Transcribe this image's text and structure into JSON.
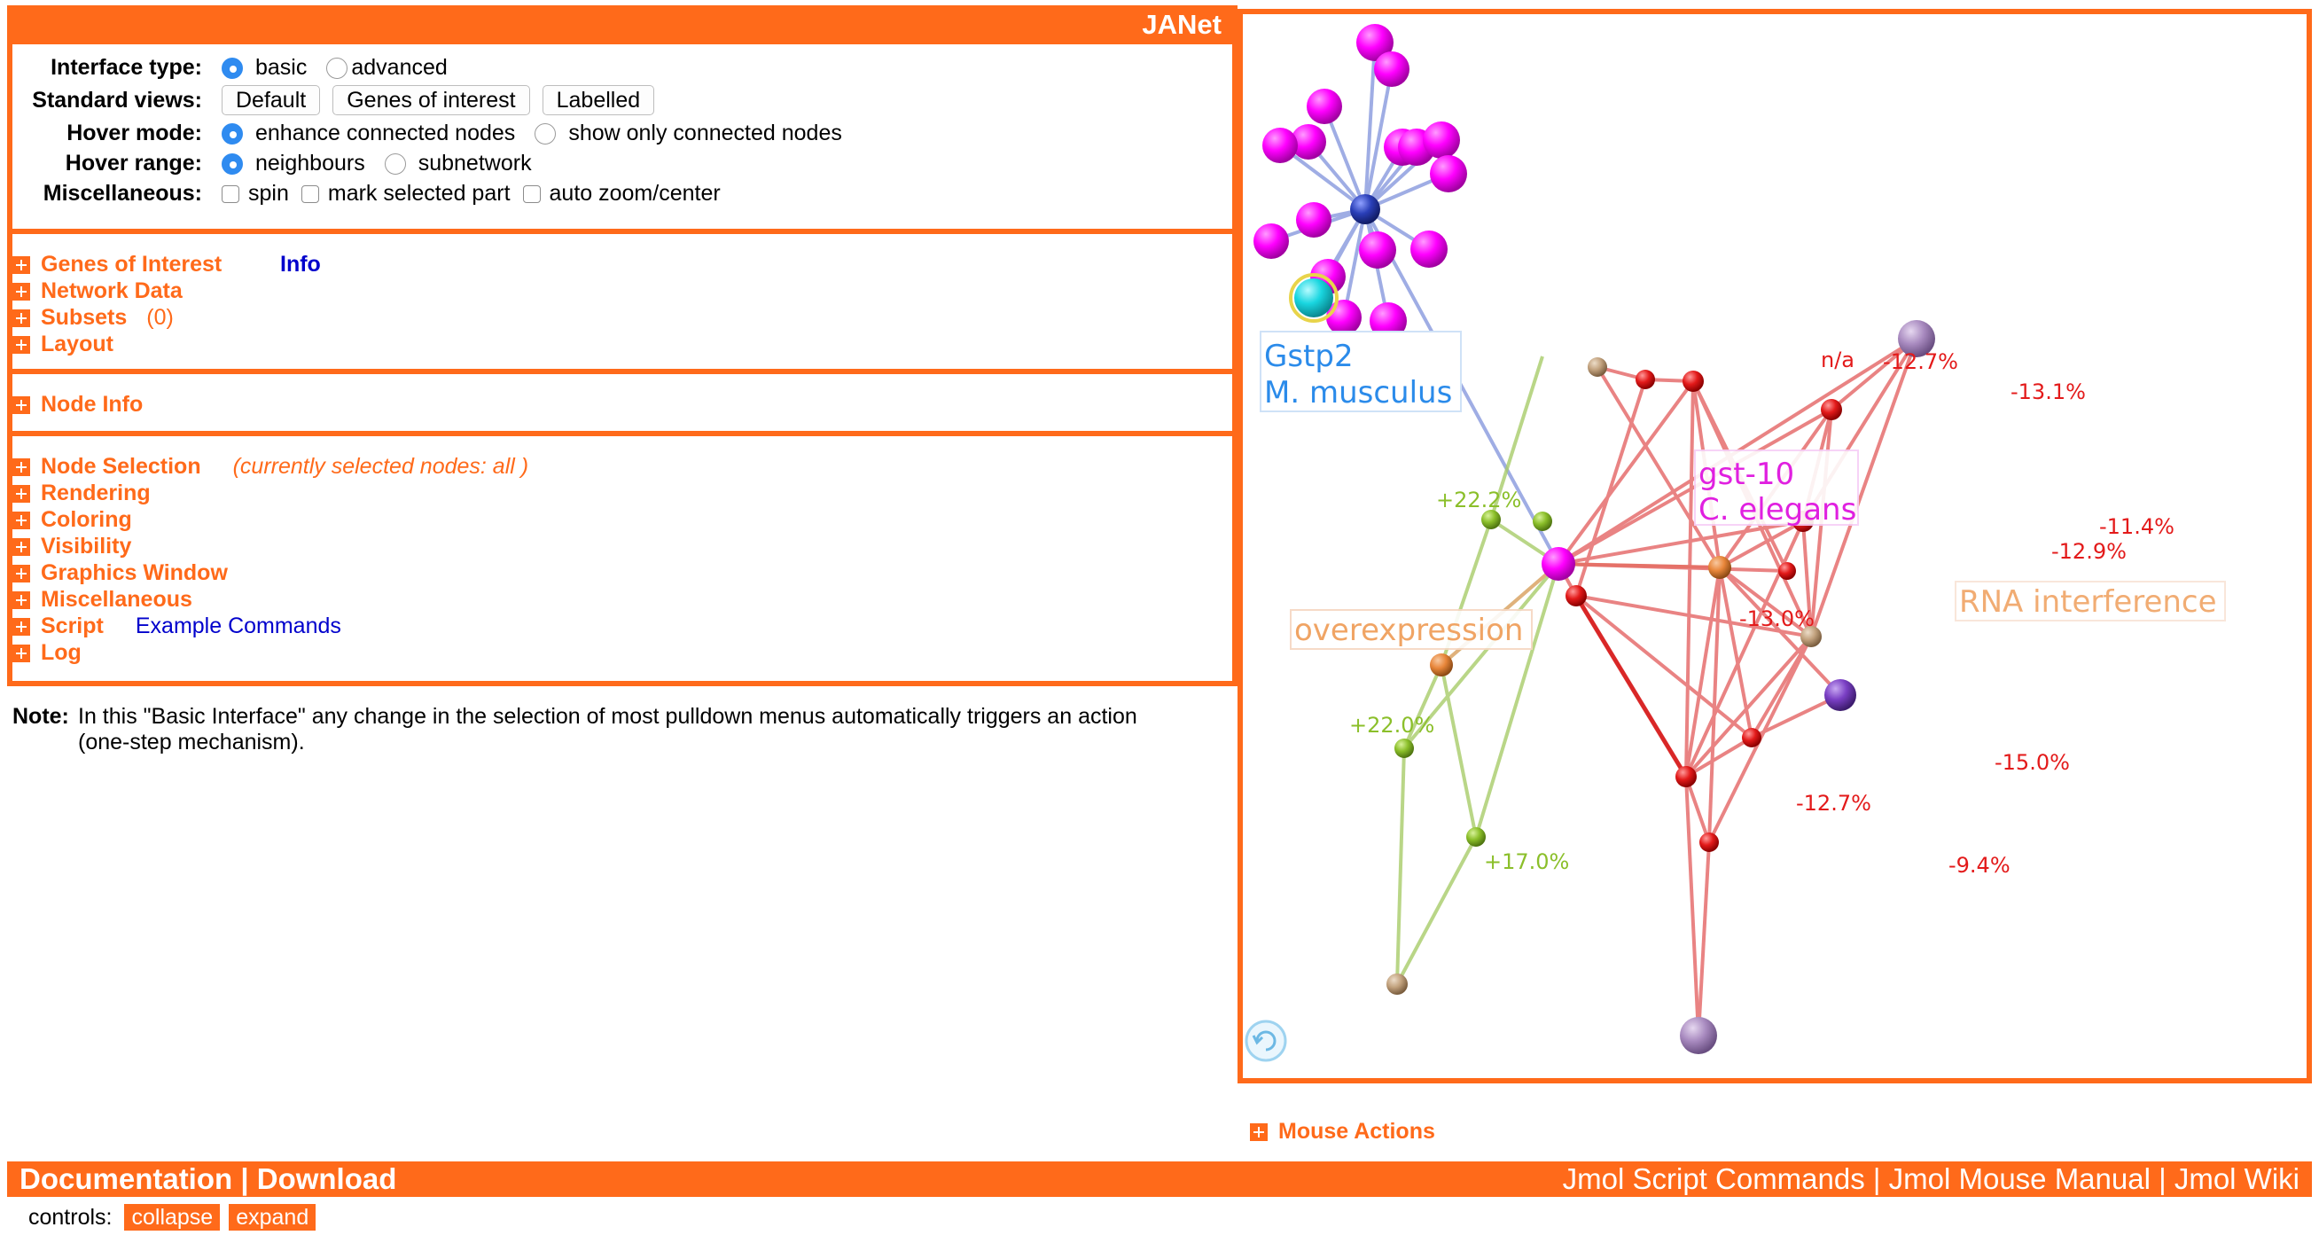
{
  "app": {
    "title": "JANet"
  },
  "interface": {
    "interface_type_label": "Interface type:",
    "interface_type_options": [
      "basic",
      "advanced"
    ],
    "standard_views_label": "Standard views:",
    "standard_views_buttons": [
      "Default",
      "Genes of interest",
      "Labelled"
    ],
    "hover_mode_label": "Hover mode:",
    "hover_mode_options": [
      "enhance connected nodes",
      "show only connected nodes"
    ],
    "hover_range_label": "Hover range:",
    "hover_range_options": [
      "neighbours",
      "subnetwork"
    ],
    "misc_label": "Miscellaneous:",
    "misc_options": [
      "spin",
      "mark selected part",
      "auto zoom/center"
    ]
  },
  "sections": {
    "genes_of_interest": "Genes of Interest",
    "info_link": "Info",
    "network_data": "Network Data",
    "subsets": "Subsets",
    "subsets_count": "(0)",
    "layout": "Layout",
    "node_info": "Node Info",
    "node_selection": "Node Selection",
    "node_selection_note": "(currently selected nodes: all )",
    "rendering": "Rendering",
    "coloring": "Coloring",
    "visibility": "Visibility",
    "graphics_window": "Graphics Window",
    "miscellaneous": "Miscellaneous",
    "script": "Script",
    "example_commands": "Example Commands",
    "log": "Log"
  },
  "note": {
    "label": "Note:",
    "text": "In this \"Basic Interface\" any change in the selection of most pulldown menus automatically triggers an action",
    "text2": "(one-step mechanism)."
  },
  "graph": {
    "label_gstp2": "Gstp2",
    "label_mmusculus": "M. musculus",
    "label_gst10": "gst-10",
    "label_celegans": "C. elegans",
    "label_overexpression": "overexpression",
    "label_rnai": "RNA interference",
    "pct_labels": [
      "n/a",
      "-12.7%",
      "-13.1%",
      "+22.2%",
      "-11.4%",
      "-12.9%",
      "-13.0%",
      "+22.0%",
      "-15.0%",
      "-12.7%",
      "+17.0%",
      "-9.4%"
    ],
    "colors": {
      "magenta": "#ff00ff",
      "cyan": "#19d6e0",
      "blue_hub": "#2a3fb8",
      "red": "#e31a1a",
      "green": "#8bbf2a",
      "tan": "#c2a27e",
      "lilac": "#a98bc0",
      "purple": "#7a3fc4",
      "orange": "#e8863a"
    }
  },
  "bottom": {
    "mouse_actions": "Mouse Actions",
    "footer_left": "Documentation | Download",
    "footer_right": "Jmol Script Commands | Jmol Mouse Manual | Jmol Wiki",
    "controls_label": "controls:",
    "collapse": "collapse",
    "expand": "expand"
  }
}
